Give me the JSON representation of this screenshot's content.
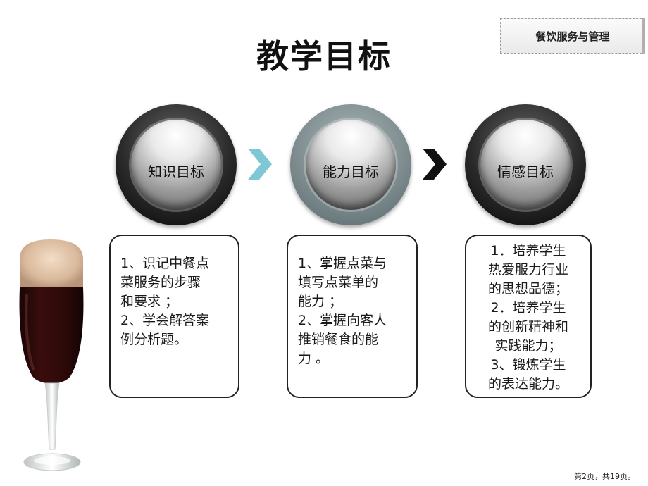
{
  "slide": {
    "title": "教学目标",
    "course_tag": "餐饮服务与管理",
    "page_indicator": "第2页，共19页。"
  },
  "goals": [
    {
      "label": "知识目标",
      "lines": [
        "1、识记中餐点",
        "菜服务的步骤",
        "和要求 ；",
        "2、学会解答案",
        "例分析题。"
      ]
    },
    {
      "label": "能力目标",
      "lines": [
        "1、掌握点菜与",
        "填写点菜单的",
        "能力 ；",
        "2、掌握向客人",
        "推销餐食的能",
        "力 。"
      ]
    },
    {
      "label": "情感目标",
      "lines": [
        "1．培养学生",
        "热爱服力行业",
        "的思想品德；",
        "2．培养学生",
        "的创新精神和",
        "实践能力；",
        "3、锻炼学生",
        "的表达能力。"
      ]
    }
  ],
  "colors": {
    "arrow_1": "#7ec7d4",
    "arrow_2": "#111111",
    "circle_middle": "#7f8d90",
    "circle_outer": "#1a1a1a"
  }
}
